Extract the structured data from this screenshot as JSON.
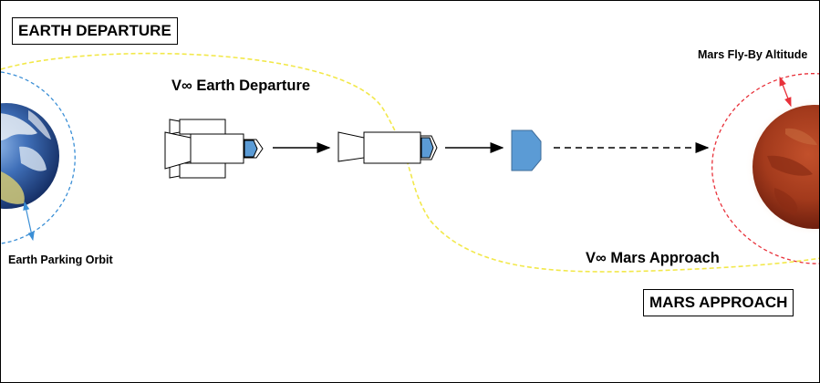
{
  "labels": {
    "earth_departure_box": "EARTH DEPARTURE",
    "mars_approach_box": "MARS APPROACH",
    "v_inf_earth_departure": "V∞ Earth Departure",
    "v_inf_mars_approach": "V∞ Mars Approach",
    "earth_parking_orbit": "Earth Parking Orbit",
    "mars_flyby_altitude": "Mars Fly-By Altitude"
  },
  "colors": {
    "trajectory": "#f2e84a",
    "earth_orbit": "#3b8fd6",
    "mars_orbit": "#e8313a",
    "capsule": "#5b9bd5",
    "mars": "#a83a1e",
    "earth_ocean": "#2a5ca8"
  }
}
